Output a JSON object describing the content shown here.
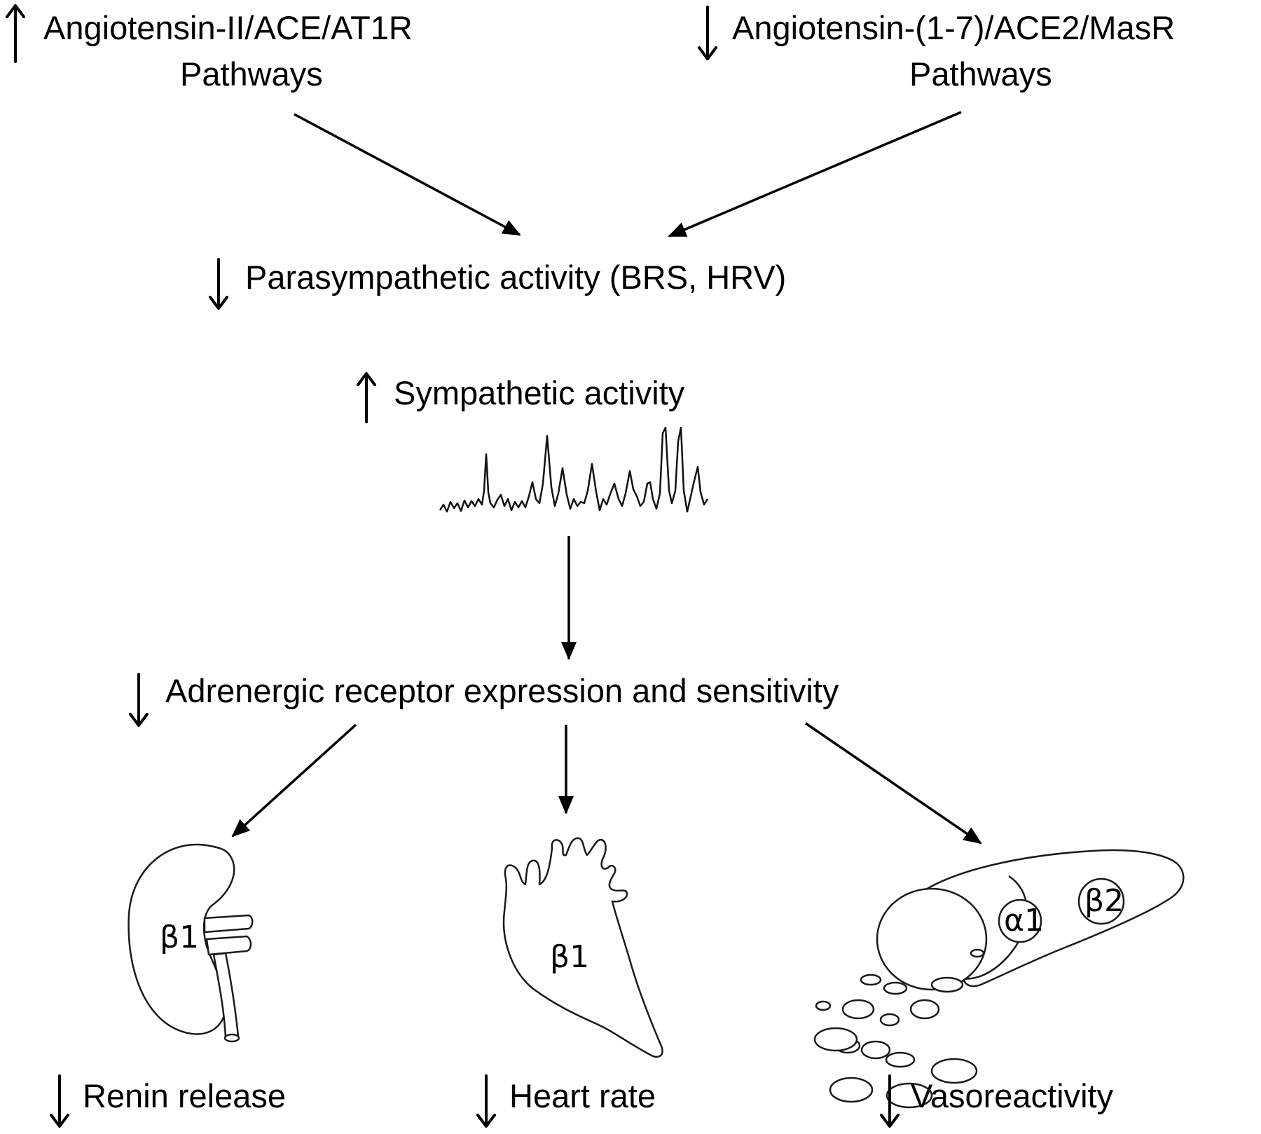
{
  "top_left": {
    "direction": "up",
    "line1": "Angiotensin-II/ACE/AT1R",
    "line2": "Pathways"
  },
  "top_right": {
    "direction": "down",
    "line1": "Angiotensin-(1-7)/ACE2/MasR",
    "line2": "Pathways"
  },
  "parasympathetic": {
    "direction": "down",
    "text": "Parasympathetic activity (BRS, HRV)"
  },
  "sympathetic": {
    "direction": "up",
    "text": "Sympathetic activity"
  },
  "adrenergic": {
    "direction": "down",
    "text": "Adrenergic receptor expression and sensitivity"
  },
  "kidney": {
    "receptor": "β1",
    "outcome_direction": "down",
    "outcome": "Renin release"
  },
  "heart": {
    "receptor": "β1",
    "outcome_direction": "down",
    "outcome": "Heart rate"
  },
  "vessel": {
    "receptor_a": "α1",
    "receptor_b": "β2",
    "outcome_direction": "down",
    "outcome": "Vasoreactivity"
  }
}
